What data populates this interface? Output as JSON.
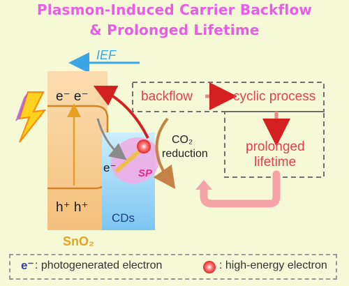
{
  "title": {
    "line1": "Plasmon-Induced Carrier Backflow",
    "line2": "& Prolonged Lifetime"
  },
  "ief": "IEF",
  "sno2": {
    "electrons": "e⁻  e⁻",
    "holes": "h⁺  h⁺",
    "label": "SnO₂"
  },
  "cds": {
    "label": "CDs",
    "electron": "e⁻",
    "sp": "SP"
  },
  "reduction": {
    "line1": "CO₂",
    "line2": "reduction"
  },
  "process": {
    "backflow": "backflow",
    "cyclic": "cyclic process",
    "prolonged_line1": "prolonged",
    "prolonged_line2": "lifetime"
  },
  "legend": {
    "photo_symbol": "e⁻",
    "photo_label": ": photogenerated electron",
    "high_label": ": high-energy electron"
  },
  "colors": {
    "title": "#e85de6",
    "ief_arrow": "#3aa6e8",
    "sno2_fill": "#f7c98a",
    "cds_fill": "#8ecff5",
    "process_text": "#e4414d",
    "background": "#f5f9d6"
  }
}
